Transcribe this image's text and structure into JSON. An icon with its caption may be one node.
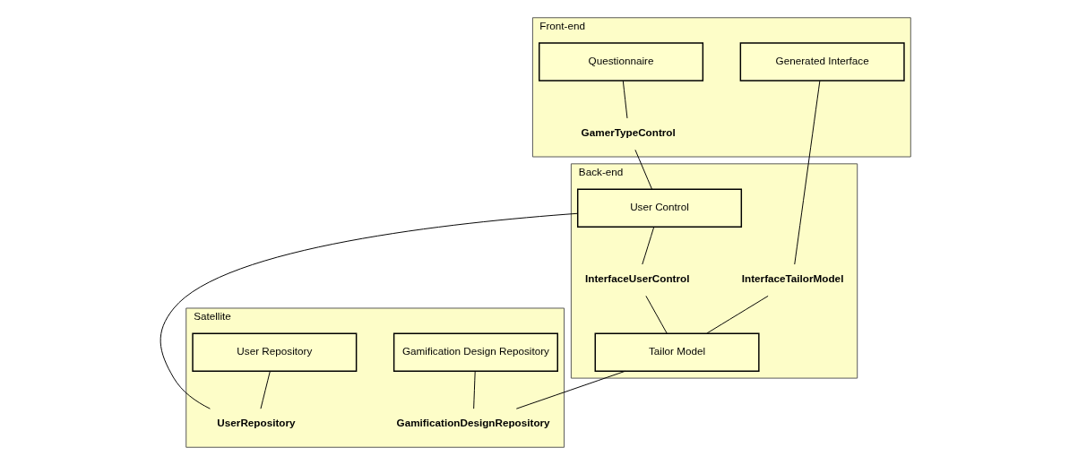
{
  "diagram": {
    "nodes": [
      {
        "text": [
          "Front-end"
        ]
      },
      {
        "text": [
          "Questionnaire"
        ],
        "in": 0
      },
      {
        "text": [
          "Generated Interface"
        ],
        "in": 0
      },
      {
        "text": [
          "GamerTypeControl"
        ],
        "in": 0
      },
      {
        "text": [
          "Satellite"
        ]
      },
      {
        "text": [
          "Gamification Design Repository"
        ],
        "in": 4
      },
      {
        "text": [
          "GamificationDesignRepository"
        ],
        "in": 4
      },
      {
        "text": [
          "Back-end"
        ]
      },
      {
        "text": [
          "InterfaceUserControl"
        ],
        "in": 7
      },
      {
        "text": [
          "InterfaceTailorModel"
        ],
        "in": 7
      },
      {
        "text": [
          "User Control"
        ],
        "in": 7
      },
      {
        "text": [
          "Tailor Model"
        ],
        "in": 7
      },
      {
        "text": [
          "User Repository"
        ],
        "in": 4
      },
      {
        "text": [
          "UserRepository"
        ],
        "in": 4
      }
    ],
    "edges": [
      {
        "from": 1,
        "to": 3,
        "arrow": "none"
      },
      {
        "from": 3,
        "to": 10,
        "arrow": "none"
      },
      {
        "from": 2,
        "to": 9,
        "arrow": "none"
      },
      {
        "from": 9,
        "to": 11,
        "arrow": "none"
      },
      {
        "from": 10,
        "to": 8,
        "arrow": "none"
      },
      {
        "from": 8,
        "to": 11,
        "arrow": "none"
      },
      {
        "from": 5,
        "to": 6,
        "arrow": "none"
      },
      {
        "from": 11,
        "to": 6,
        "arrow": "none"
      },
      {
        "from": 12,
        "to": 13,
        "arrow": "none"
      },
      {
        "from": 10,
        "to": 13,
        "arrow": "none"
      }
    ]
  }
}
